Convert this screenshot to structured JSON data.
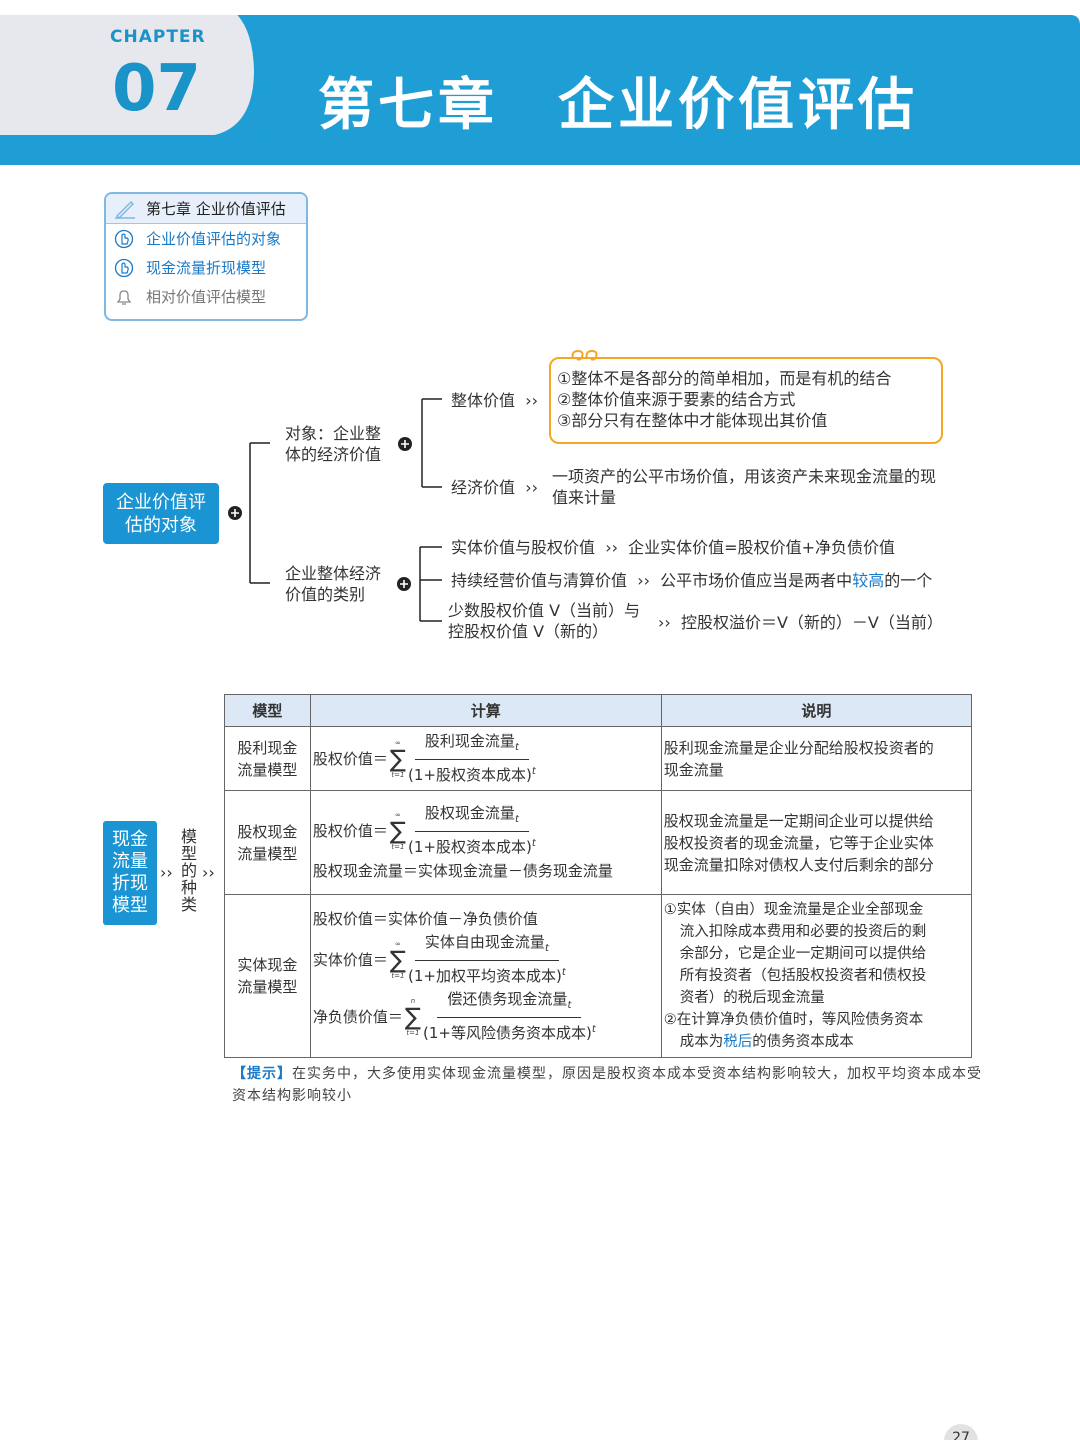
{
  "header": {
    "chapter_label": "CHAPTER",
    "chapter_number": "07",
    "title": "第七章　企业价值评估"
  },
  "nav": {
    "title": "第七章 企业价值评估",
    "items": [
      {
        "label": "企业价值评估的对象",
        "state": "active"
      },
      {
        "label": "现金流量折现模型",
        "state": "active"
      },
      {
        "label": "相对价值评估模型",
        "state": "inactive"
      }
    ]
  },
  "mindmap": {
    "root": "企业价值评估的对象",
    "root_line1": "企业价值评",
    "root_line2": "估的对象",
    "branch1": {
      "line1": "对象：企业整",
      "line2": "体的经济价值",
      "whole_value": {
        "label": "整体价值",
        "points": [
          "①整体不是各部分的简单相加，而是有机的结合",
          "②整体价值来源于要素的结合方式",
          "③部分只有在整体中才能体现出其价值"
        ]
      },
      "economic_value": {
        "label": "经济价值",
        "desc_line1": "一项资产的公平市场价值，用该资产未来现金流量的现",
        "desc_line2": "值来计量"
      }
    },
    "branch2": {
      "line1": "企业整体经济",
      "line2": "价值的类别",
      "item1": {
        "label": "实体价值与股权价值",
        "desc": "企业实体价值=股权价值+净负债价值"
      },
      "item2": {
        "label": "持续经营价值与清算价值",
        "desc_a": "公平市场价值应当是两者中",
        "desc_hl": "较高",
        "desc_b": "的一个"
      },
      "item3": {
        "label_line1": "少数股权价值 V（当前）与",
        "label_line2": "控股权价值 V（新的）",
        "desc": "控股权溢价＝V（新的）－V（当前）"
      }
    }
  },
  "models": {
    "root_chars": [
      "现金",
      "流量",
      "折现",
      "模型"
    ],
    "side_label_chars": [
      "模",
      "型",
      "的",
      "种",
      "类"
    ],
    "headers": [
      "模型",
      "计算",
      "说明"
    ],
    "sigma_sup": "∞",
    "sigma_sup_n": "n",
    "sigma_sub": "t=1",
    "rows": [
      {
        "model": [
          "股利现金",
          "流量模型"
        ],
        "calc_prefix": "股权价值＝",
        "numerator": "股利现金流量",
        "denominator_inner": "(1+股权资本成本)",
        "desc": [
          "股利现金流量是企业分配给股权投资者的",
          "现金流量"
        ]
      },
      {
        "model": [
          "股权现金",
          "流量模型"
        ],
        "calc_prefix": "股权价值＝",
        "numerator": "股权现金流量",
        "denominator_inner": "(1+股权资本成本)",
        "extra": "股权现金流量＝实体现金流量－债务现金流量",
        "desc": [
          "股权现金流量是一定期间企业可以提供给",
          "股权投资者的现金流量，它等于企业实体",
          "现金流量扣除对债权人支付后剩余的部分"
        ]
      },
      {
        "model": [
          "实体现金",
          "流量模型"
        ],
        "line1": "股权价值＝实体价值－净负债价值",
        "calc2_prefix": "实体价值＝",
        "numerator2": "实体自由现金流量",
        "denominator2_inner": "(1+加权平均资本成本)",
        "calc3_prefix": "净负债价值＝",
        "numerator3": "偿还债务现金流量",
        "denominator3_inner": "(1+等风险债务资本成本)",
        "desc": [
          "①实体（自由）现金流量是企业全部现金",
          "流入扣除成本费用和必要的投资后的剩",
          "余部分，它是企业一定期间可以提供给",
          "所有投资者（包括股权投资者和债权投",
          "资者）的税后现金流量",
          "②在计算净负债价值时，等风险债务资本"
        ],
        "desc_last_a": "成本为",
        "desc_last_hl": "税后",
        "desc_last_b": "的债务资本成本"
      }
    ]
  },
  "tip": {
    "label": "【提示】",
    "text": "在实务中，大多使用实体现金流量模型，原因是股权资本成本受资本结构影响较大，加权平均资本成本受资本结构影响较小"
  },
  "page_number": "27",
  "colors": {
    "primary_blue": "#1a94d2",
    "header_blue": "#1f9ed6",
    "accent_orange": "#f5a623",
    "highlight_blue": "#1a7ac8"
  }
}
